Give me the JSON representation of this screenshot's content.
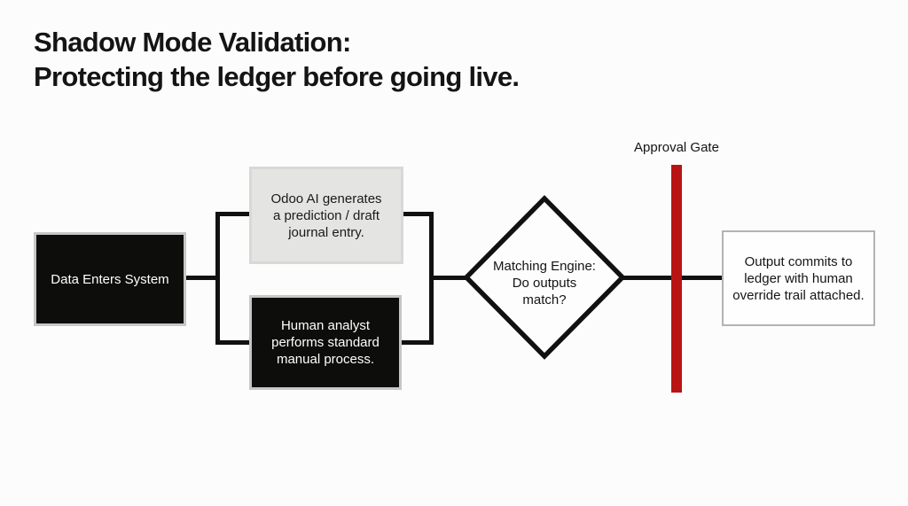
{
  "title": {
    "lines": [
      "Shadow Mode Validation:",
      "Protecting the ledger before going live."
    ]
  },
  "diagram": {
    "input_node": {
      "label": "Data Enters System"
    },
    "ai_node": {
      "lines": [
        "Odoo AI generates",
        "a prediction / draft",
        "journal entry."
      ]
    },
    "human_node": {
      "lines": [
        "Human analyst",
        "performs standard",
        "manual process."
      ]
    },
    "decision_node": {
      "lines": [
        "Matching Engine:",
        "Do outputs",
        "match?"
      ]
    },
    "approval_gate": {
      "label": "Approval Gate"
    },
    "output_node": {
      "lines": [
        "Output commits to",
        "ledger with human",
        "override trail attached."
      ]
    }
  },
  "colors": {
    "gate_red": "#b91414",
    "node_black": "#0d0d0c",
    "node_gray": "#e4e4e3",
    "node_white": "#fefefe",
    "line_black": "#111111",
    "border_light_gray": "#c7c7c7",
    "border_gray": "#b3b3b3",
    "background": "#fcfcfc",
    "text_dark": "#141414",
    "text_light": "#ffffff"
  }
}
